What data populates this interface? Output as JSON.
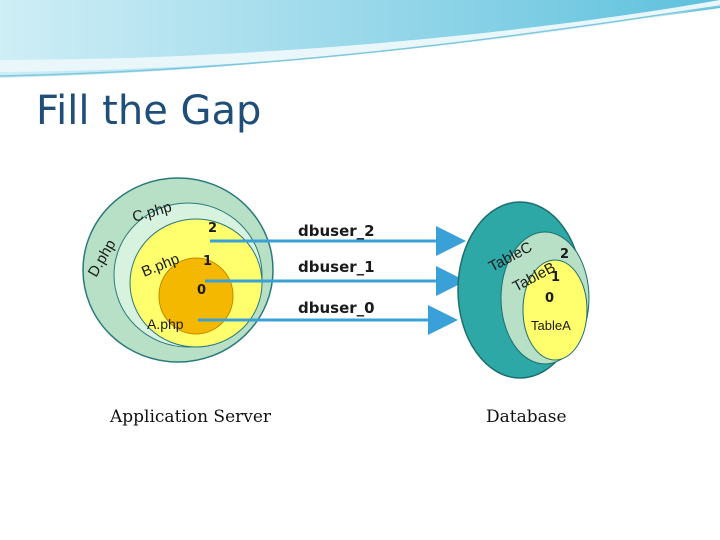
{
  "slide": {
    "title": "Fill the Gap"
  },
  "app_server": {
    "caption": "Application Server",
    "rings": {
      "d": "D.php",
      "c": "C.php",
      "b": "B.php",
      "a": "A.php"
    },
    "levels": {
      "c": "2",
      "b": "1",
      "a": "0"
    }
  },
  "connections": [
    {
      "label": "dbuser_2"
    },
    {
      "label": "dbuser_1"
    },
    {
      "label": "dbuser_0"
    }
  ],
  "database": {
    "caption": "Database",
    "rings": {
      "c": "TableC",
      "b": "TableB",
      "a": "TableA"
    },
    "levels": {
      "c": "2",
      "b": "1",
      "a": "0"
    }
  },
  "colors": {
    "outer_ring": "#b7e0c6",
    "middle_ring": "#ffff6e",
    "inner_disc": "#f5b800",
    "arrow": "#3aa0d8",
    "db_outer": "#2ea7a7",
    "title": "#1f4e79"
  }
}
